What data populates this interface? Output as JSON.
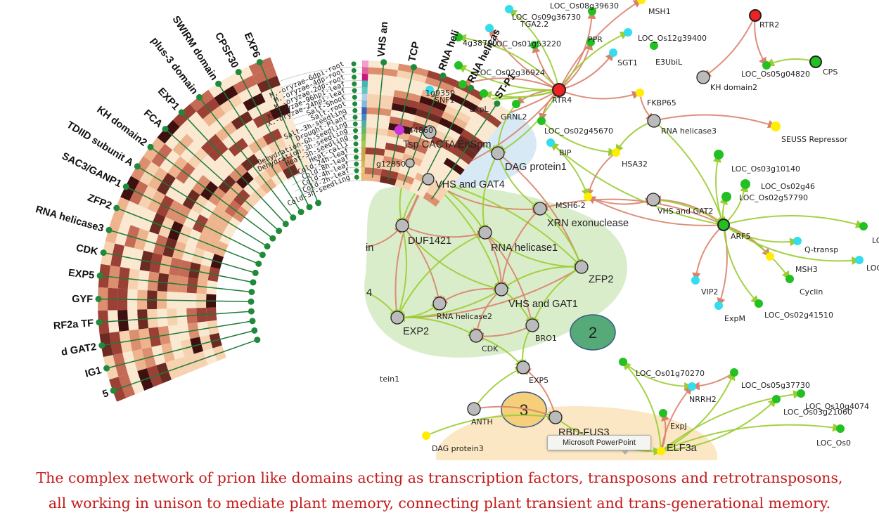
{
  "caption": {
    "line1": "The complex network of  prion like domains acting as transcription factors, transposons and retrotransposons,",
    "line2": "all working in unison to mediate plant memory, connecting plant transient and trans-generational memory."
  },
  "popup_label": "Microsoft PowerPoint",
  "colors": {
    "caption": "#c41b1b",
    "edge_green": "#9acd32",
    "edge_red": "#d9826b",
    "cluster2_fill": "#d6ebc4",
    "cluster3_fill": "#fbe4bd",
    "cluster1_fill": "#cfe5f3",
    "node_green": "#22c022",
    "node_cyan": "#33ddee",
    "node_yellow": "#ffee00",
    "node_gray": "#bbbbbb",
    "node_red": "#ee2222",
    "heat_dark": "#3e1010",
    "heat_light": "#fbe8d0"
  },
  "conditions": [
    "Cold-3h-seedling",
    "Cold-2h-leaf",
    "Cold-4h-leaf",
    "Cold-8h-leaf",
    "Cold-24h-leaf",
    "Heat-calli",
    "Heat-3h-seedling",
    "Dehydration-3h-seedling",
    "Dehydration-6h-seedling",
    "Drought-Plant",
    "Salt-3h-seedling",
    "Salt-root",
    "Salt-Shoot",
    "X.-oryzae-24hpi-leaf",
    "X.-oryzae-96hpi-leaf",
    "M.-oryzae-2dp-root",
    "M.-oryzae-4dp-root",
    "M.-oryzae-6dpi-root"
  ],
  "top_genes": [
    "VHS an",
    "TCP",
    "RNA heli",
    "RNA helicas",
    "ST-P1"
  ],
  "left_genes": [
    "EXP6",
    "CPSF30",
    "SWIRM domain",
    "plus-3 domain",
    "EXP1",
    "FCA",
    "KH domain2",
    "TDIID subunit A",
    "SAC3/GANP1",
    "ZFP2",
    "RNA helicase3",
    "CDK",
    "EXP5",
    "GYF",
    "RF2a TF",
    "d GAT2",
    "IG1",
    "5"
  ],
  "clusters": [
    {
      "label": "2"
    },
    {
      "label": "3"
    }
  ],
  "nodes": [
    {
      "label": "LOC_Os08g39630",
      "color": "green"
    },
    {
      "label": "MSH1",
      "color": "yellow"
    },
    {
      "label": "LOC_Os09g36730",
      "color": "cyan"
    },
    {
      "label": "TGA2.2",
      "color": "cyan"
    },
    {
      "label": "4g38700",
      "color": "green"
    },
    {
      "label": "LOC_Os01g53220",
      "color": "green"
    },
    {
      "label": "PPR",
      "color": "green"
    },
    {
      "label": "LOC_Os12g39400",
      "color": "cyan"
    },
    {
      "label": "SGT1",
      "color": "cyan"
    },
    {
      "label": "E3UbiL",
      "color": "green"
    },
    {
      "label": "RTR2",
      "color": "red"
    },
    {
      "label": "CPS",
      "color": "green"
    },
    {
      "label": "LOC_Os05g04820",
      "color": "green"
    },
    {
      "label": "KH domain2",
      "color": "gray"
    },
    {
      "label": "LOC_Os02g36924",
      "color": "green"
    },
    {
      "label": "RTR4",
      "color": "red"
    },
    {
      "label": "1g9350",
      "color": "cyan"
    },
    {
      "label": "SNF1",
      "color": "green"
    },
    {
      "label": "ExpL",
      "color": "green"
    },
    {
      "label": "GRNL2",
      "color": "green"
    },
    {
      "label": "FKBP65",
      "color": "yellow"
    },
    {
      "label": "RNA helicase3",
      "color": "gray"
    },
    {
      "label": "SEUSS Repressor",
      "color": "yellow"
    },
    {
      "label": "g44860",
      "color": "magenta"
    },
    {
      "label": "Tsp CACTA EnSpm",
      "color": "gray"
    },
    {
      "label": "LOC_Os02g45670",
      "color": "green"
    },
    {
      "label": "BIP",
      "color": "cyan"
    },
    {
      "label": "HSA32",
      "color": "yellow"
    },
    {
      "label": "g12850",
      "color": "gray"
    },
    {
      "label": "DAG protein1",
      "color": "gray"
    },
    {
      "label": "LOC_Os03g10140",
      "color": "green"
    },
    {
      "label": "LOC_Os02g46",
      "color": "green"
    },
    {
      "label": "LOC_Os02g57790",
      "color": "green"
    },
    {
      "label": "VHS and GAT4",
      "color": "gray"
    },
    {
      "label": "MSH6-2",
      "color": "yellow"
    },
    {
      "label": "VHS and GAT2",
      "color": "gray"
    },
    {
      "label": "XRN exonuclease",
      "color": "gray"
    },
    {
      "label": "ARF5",
      "color": "green"
    },
    {
      "label": "LO",
      "color": "green"
    },
    {
      "label": "DUF1421",
      "color": "gray"
    },
    {
      "label": "in",
      "color": "gray"
    },
    {
      "label": "RNA helicase1",
      "color": "gray"
    },
    {
      "label": "Q-transp",
      "color": "cyan"
    },
    {
      "label": "MSH3",
      "color": "yellow"
    },
    {
      "label": "LOC",
      "color": "cyan"
    },
    {
      "label": "ZFP2",
      "color": "gray"
    },
    {
      "label": "Cyclin",
      "color": "green"
    },
    {
      "label": "VIP2",
      "color": "cyan"
    },
    {
      "label": "4",
      "color": "gray"
    },
    {
      "label": "VHS and GAT1",
      "color": "gray"
    },
    {
      "label": "ExpM",
      "color": "cyan"
    },
    {
      "label": "LOC_Os02g41510",
      "color": "green"
    },
    {
      "label": "RNA helicase2",
      "color": "gray"
    },
    {
      "label": "EXP2",
      "color": "gray"
    },
    {
      "label": "CDK",
      "color": "gray"
    },
    {
      "label": "BRO1",
      "color": "gray"
    },
    {
      "label": "EXP5",
      "color": "gray"
    },
    {
      "label": "tein1",
      "color": "gray"
    },
    {
      "label": "LOC_Os01g70270",
      "color": "green"
    },
    {
      "label": "LOC_Os05g37730",
      "color": "green"
    },
    {
      "label": "NRRH2",
      "color": "cyan"
    },
    {
      "label": "LOC_Os10g4074",
      "color": "green"
    },
    {
      "label": "LOC_Os03g21060",
      "color": "green"
    },
    {
      "label": "ANTH",
      "color": "gray"
    },
    {
      "label": "RBD-FUS3",
      "color": "gray"
    },
    {
      "label": "ExpJ",
      "color": "green"
    },
    {
      "label": "LOC_Os0",
      "color": "green"
    },
    {
      "label": "DAG protein3",
      "color": "yellow"
    },
    {
      "label": "ELF3a",
      "color": "yellow"
    }
  ]
}
